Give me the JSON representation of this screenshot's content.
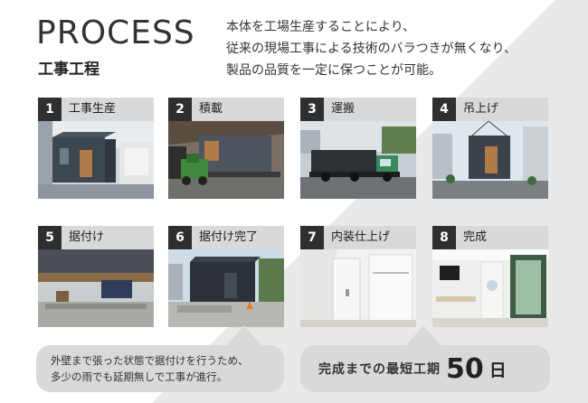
{
  "header": {
    "title": "PROCESS",
    "subtitle": "工事工程",
    "description": [
      "本体を工場生産することにより、",
      "従来の現場工事による技術のバラつきが無くなり、",
      "製品の品質を一定に保つことが可能。"
    ]
  },
  "steps": [
    {
      "num": "1",
      "label": "工事生産"
    },
    {
      "num": "2",
      "label": "積載"
    },
    {
      "num": "3",
      "label": "運搬"
    },
    {
      "num": "4",
      "label": "吊上げ"
    },
    {
      "num": "5",
      "label": "据付け"
    },
    {
      "num": "6",
      "label": "据付け完了"
    },
    {
      "num": "7",
      "label": "内装仕上げ"
    },
    {
      "num": "8",
      "label": "完成"
    }
  ],
  "notes": {
    "left": [
      "外壁まで張った状態で据付けを行うため、",
      "多少の雨でも延期無しで工事が進行。"
    ],
    "right_lead": "完成までの最短工期",
    "right_number": "50",
    "right_unit": "日"
  },
  "colors": {
    "number_badge": "#2f2f2f",
    "header_bar": "#d9d9d9",
    "bubble": "#d9d9d9",
    "diagonal_band": "#e9e9e9"
  }
}
